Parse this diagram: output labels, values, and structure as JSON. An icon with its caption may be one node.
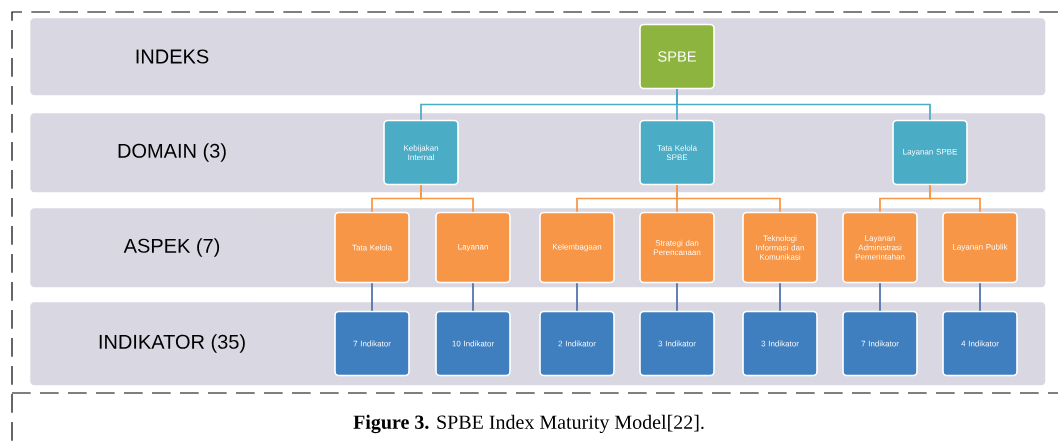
{
  "diagram": {
    "caption": "**Figure 3.** SPBE Index Maturity Model[22].",
    "nodes": [
      {
        "text": [
          "INDEKS"
        ]
      },
      {
        "text": [
          "SPBE"
        ],
        "in": 0
      },
      {
        "text": [
          "DOMAIN (3)"
        ]
      },
      {
        "text": [
          "Kebijakan Internal"
        ],
        "in": 2
      },
      {
        "text": [
          "Tata Kelola SPBE"
        ],
        "in": 2
      },
      {
        "text": [
          "Layanan SPBE"
        ],
        "in": 2
      },
      {
        "text": [
          "ASPEK (7)"
        ]
      },
      {
        "text": [
          "Tata Kelola"
        ],
        "in": 6
      },
      {
        "text": [
          "Layanan"
        ],
        "in": 6
      },
      {
        "text": [
          "Kelembagaan"
        ],
        "in": 6
      },
      {
        "text": [
          "Strategi dan Perencanaan"
        ],
        "in": 6
      },
      {
        "text": [
          "Teknologi Informasi dan Komunikasi"
        ],
        "in": 6
      },
      {
        "text": [
          "Layanan Administrasi Pemerintahan"
        ],
        "in": 6
      },
      {
        "text": [
          "Layanan Publik"
        ],
        "in": 6
      },
      {
        "text": [
          "INDIKATOR (35)"
        ]
      },
      {
        "text": [
          "7 Indikator"
        ],
        "in": 14
      },
      {
        "text": [
          "10 Indikator"
        ],
        "in": 14
      },
      {
        "text": [
          "2 Indikator"
        ],
        "in": 14
      },
      {
        "text": [
          "3 Indikator"
        ],
        "in": 14
      },
      {
        "text": [
          "3 Indikator"
        ],
        "in": 14
      },
      {
        "text": [
          "7 Indikator"
        ],
        "in": 14
      },
      {
        "text": [
          "4 Indikator"
        ],
        "in": 14
      }
    ],
    "edges": [
      {
        "from": 1,
        "to": 3,
        "arrow": "none",
        "color": "#4bacc6"
      },
      {
        "from": 1,
        "to": 4,
        "arrow": "none",
        "color": "#4bacc6"
      },
      {
        "from": 1,
        "to": 5,
        "arrow": "none",
        "color": "#4bacc6"
      },
      {
        "from": 3,
        "to": 7,
        "arrow": "none",
        "color": "#f79646"
      },
      {
        "from": 3,
        "to": 8,
        "arrow": "none",
        "color": "#f79646"
      },
      {
        "from": 4,
        "to": 9,
        "arrow": "none",
        "color": "#f79646"
      },
      {
        "from": 4,
        "to": 10,
        "arrow": "none",
        "color": "#f79646"
      },
      {
        "from": 4,
        "to": 11,
        "arrow": "none",
        "color": "#f79646"
      },
      {
        "from": 5,
        "to": 12,
        "arrow": "none",
        "color": "#f79646"
      },
      {
        "from": 5,
        "to": 13,
        "arrow": "none",
        "color": "#f79646"
      },
      {
        "from": 7,
        "to": 15,
        "arrow": "none",
        "color": "#4f6fa8"
      },
      {
        "from": 8,
        "to": 16,
        "arrow": "none",
        "color": "#4f6fa8"
      },
      {
        "from": 9,
        "to": 17,
        "arrow": "none",
        "color": "#4f6fa8"
      },
      {
        "from": 10,
        "to": 18,
        "arrow": "none",
        "color": "#4f6fa8"
      },
      {
        "from": 11,
        "to": 19,
        "arrow": "none",
        "color": "#4f6fa8"
      },
      {
        "from": 12,
        "to": 20,
        "arrow": "none",
        "color": "#4f6fa8"
      },
      {
        "from": 13,
        "to": 21,
        "arrow": "none",
        "color": "#4f6fa8"
      }
    ]
  }
}
